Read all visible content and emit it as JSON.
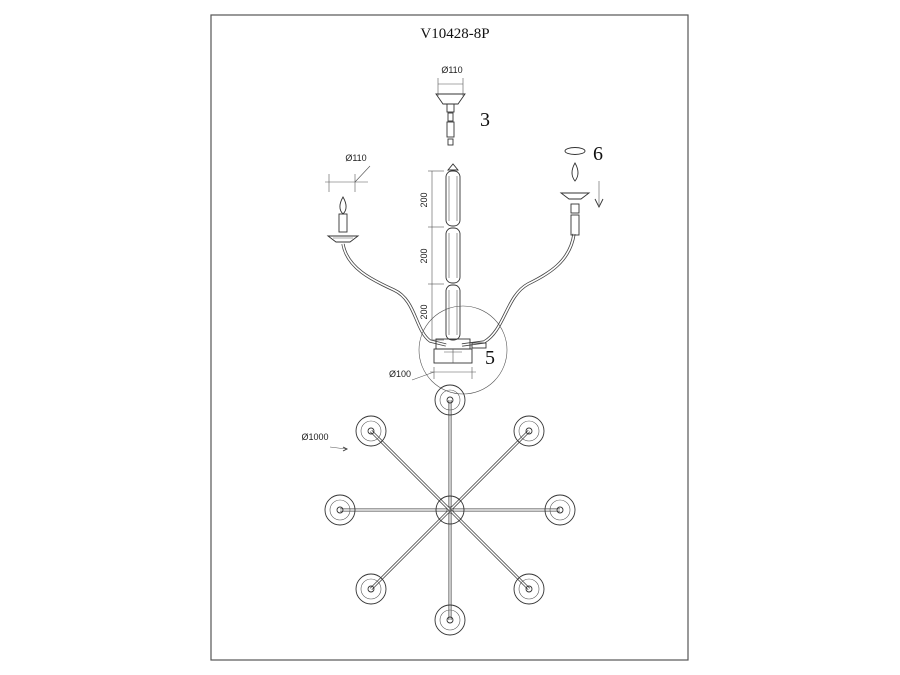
{
  "drawing": {
    "title": "V10428-8P",
    "callouts": {
      "ceiling_part": "3",
      "center_detail": "5",
      "bulb_part": "6"
    },
    "dimensions": {
      "canopy_diameter": "Ø110",
      "candle_cup_diameter": "Ø110",
      "rod_segment_1": "200",
      "rod_segment_2": "200",
      "rod_segment_3": "200",
      "hub_diameter": "Ø100",
      "overall_diameter": "Ø1000"
    },
    "arm_count": 8
  }
}
